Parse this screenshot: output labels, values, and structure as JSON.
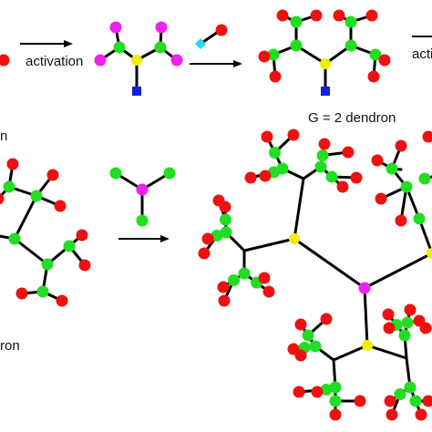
{
  "labels": {
    "activation": "activation",
    "activation_cut": "activ",
    "g2_dendron": "G = 2 dendron",
    "left_cut_1": "n",
    "left_cut_2": "ron"
  },
  "colors": {
    "red": "#ee1111",
    "green": "#22dd22",
    "yellow": "#eeee00",
    "magenta": "#ee22ee",
    "blue": "#1122dd",
    "cyan": "#22ddee",
    "bond": "#000000"
  }
}
